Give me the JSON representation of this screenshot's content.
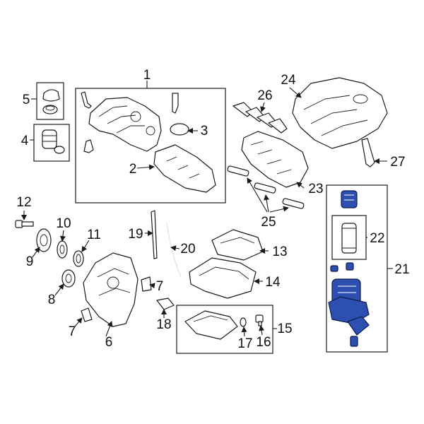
{
  "callouts": {
    "c1": "1",
    "c2": "2",
    "c3": "3",
    "c4": "4",
    "c5": "5",
    "c6": "6",
    "c7a": "7",
    "c7b": "7",
    "c8": "8",
    "c9": "9",
    "c10": "10",
    "c11": "11",
    "c12": "12",
    "c13": "13",
    "c14": "14",
    "c15": "15",
    "c16": "16",
    "c17": "17",
    "c18": "18",
    "c19": "19",
    "c20": "20",
    "c21": "21",
    "c22": "22",
    "c23": "23",
    "c24": "24",
    "c25": "25",
    "c26": "26",
    "c27": "27"
  },
  "colors": {
    "line": "#1a1a1a",
    "highlight": "#2d4fb0"
  }
}
